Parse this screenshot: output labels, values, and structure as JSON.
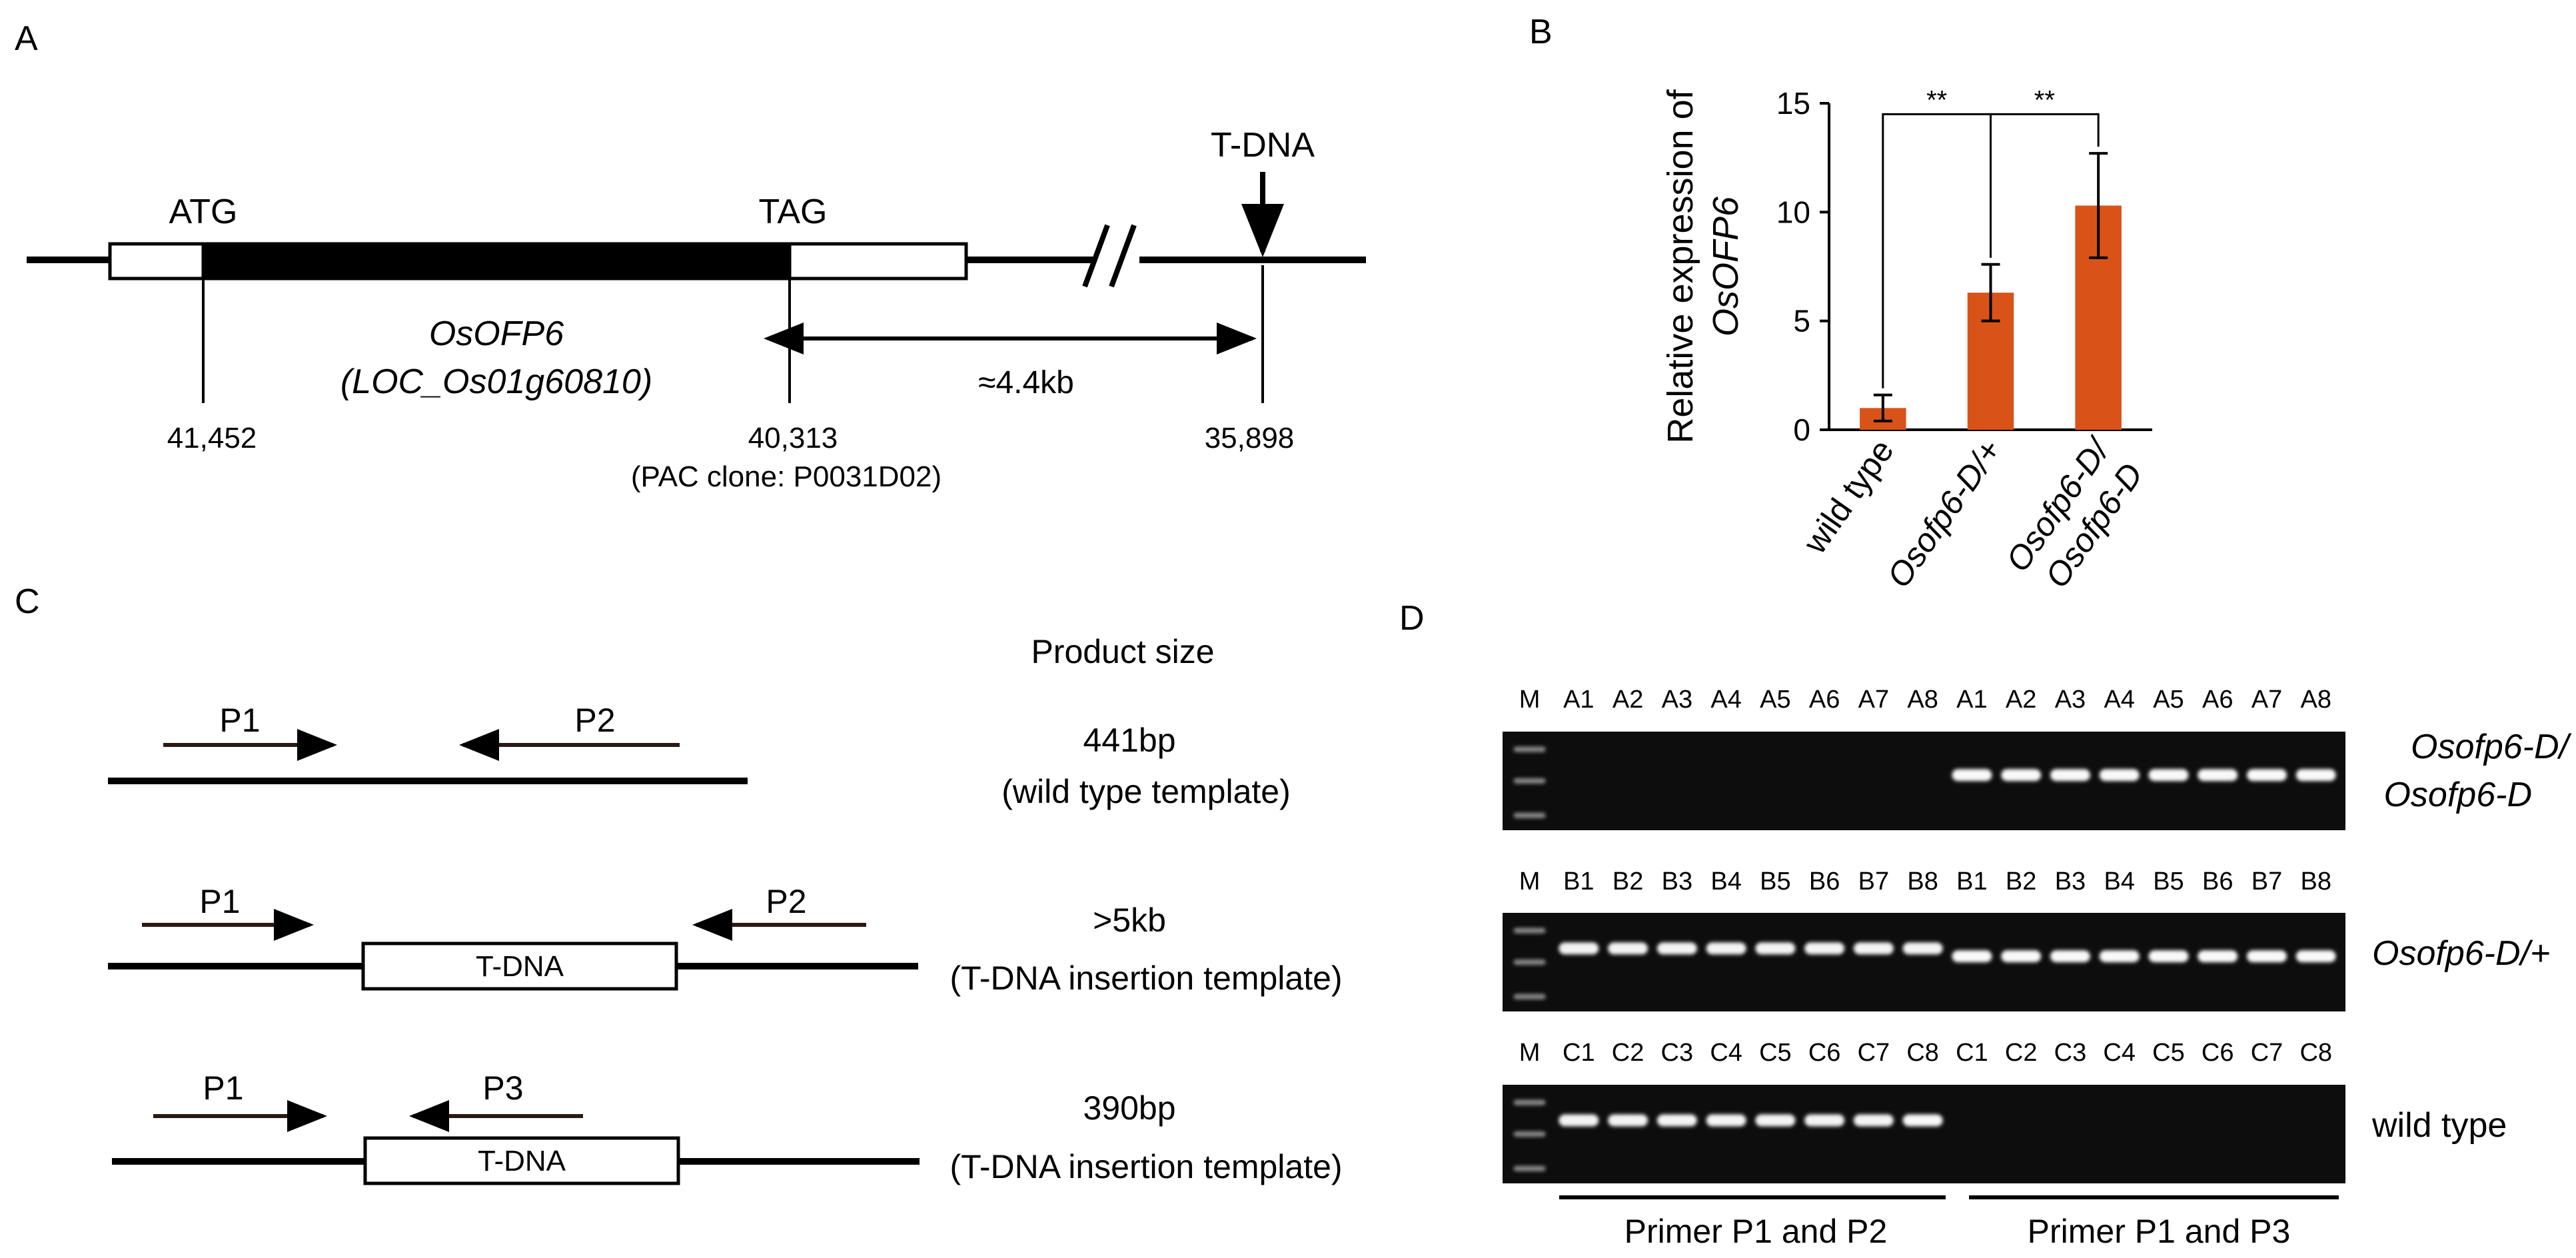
{
  "panel_a": {
    "label": "A",
    "atg": "ATG",
    "tag": "TAG",
    "tdna": "T-DNA",
    "gene_name": "OsOFP6",
    "locus": "(LOC_Os01g60810)",
    "distance": "≈4.4kb",
    "coord_atg": "41,452",
    "coord_tag": "40,313",
    "pac_clone": "(PAC clone: P0031D02)",
    "coord_tdna": "35,898"
  },
  "panel_b": {
    "label": "B",
    "y_label_line1": "Relative expression of",
    "y_label_line2": "OsOFP6",
    "sig_left": "**",
    "sig_right": "**",
    "categories": [
      {
        "line1": "wild type",
        "line2": ""
      },
      {
        "line1": "Osofp6-D/+",
        "line2": ""
      },
      {
        "line1": "Osofp6-D/",
        "line2": "Osofp6-D"
      }
    ],
    "bar_color": "#d95319"
  },
  "chart_data": {
    "type": "bar",
    "categories": [
      "wild type",
      "Osofp6-D/+",
      "Osofp6-D/Osofp6-D"
    ],
    "values": [
      1.0,
      6.3,
      10.3
    ],
    "errors": [
      0.6,
      1.3,
      2.4
    ],
    "ylim": [
      0,
      15
    ],
    "yticks": [
      0,
      5,
      10,
      15
    ],
    "ylabel": "Relative expression of OsOFP6",
    "xlabel": "",
    "significance": [
      {
        "between": [
          0,
          1
        ],
        "label": "**"
      },
      {
        "between": [
          1,
          2
        ],
        "label": "**"
      }
    ]
  },
  "panel_c": {
    "label": "C",
    "product_size_header": "Product size",
    "schemes": [
      {
        "primer_left": "P1",
        "primer_right": "P2",
        "insert": "",
        "size": "441bp",
        "template": "(wild type template)"
      },
      {
        "primer_left": "P1",
        "primer_right": "P2",
        "insert": "T-DNA",
        "size": ">5kb",
        "template": "(T-DNA insertion template)"
      },
      {
        "primer_left": "P1",
        "primer_right": "P3",
        "insert": "T-DNA",
        "size": "390bp",
        "template": "(T-DNA insertion template)"
      }
    ]
  },
  "panel_d": {
    "label": "D",
    "gels": [
      {
        "lanes": [
          "M",
          "A1",
          "A2",
          "A3",
          "A4",
          "A5",
          "A6",
          "A7",
          "A8",
          "A1",
          "A2",
          "A3",
          "A4",
          "A5",
          "A6",
          "A7",
          "A8"
        ],
        "band_rel": [
          0.0,
          0.0,
          0.0,
          0.0,
          0.0,
          0.0,
          0.0,
          0.0,
          0.95,
          0.95,
          0.95,
          0.95,
          0.95,
          0.95,
          0.95,
          0.95
        ],
        "label_line1": "Osofp6-D/",
        "label_line2": "Osofp6-D"
      },
      {
        "lanes": [
          "M",
          "B1",
          "B2",
          "B3",
          "B4",
          "B5",
          "B6",
          "B7",
          "B8",
          "B1",
          "B2",
          "B3",
          "B4",
          "B5",
          "B6",
          "B7",
          "B8"
        ],
        "band_rel": [
          0.9,
          0.9,
          0.9,
          0.9,
          0.9,
          0.9,
          0.9,
          0.9,
          0.95,
          0.95,
          0.95,
          0.95,
          0.95,
          0.95,
          0.95,
          0.95
        ],
        "label_line1": "Osofp6-D/+",
        "label_line2": ""
      },
      {
        "lanes": [
          "M",
          "C1",
          "C2",
          "C3",
          "C4",
          "C5",
          "C6",
          "C7",
          "C8",
          "C1",
          "C2",
          "C3",
          "C4",
          "C5",
          "C6",
          "C7",
          "C8"
        ],
        "band_rel": [
          0.9,
          0.9,
          0.9,
          0.9,
          0.9,
          0.9,
          0.9,
          0.95,
          0.0,
          0.0,
          0.0,
          0.0,
          0.0,
          0.0,
          0.0,
          0.0
        ],
        "label_line1": "wild type",
        "label_line2": ""
      }
    ],
    "primer_group_1": "Primer P1 and P2",
    "primer_group_2": "Primer P1 and P3"
  }
}
